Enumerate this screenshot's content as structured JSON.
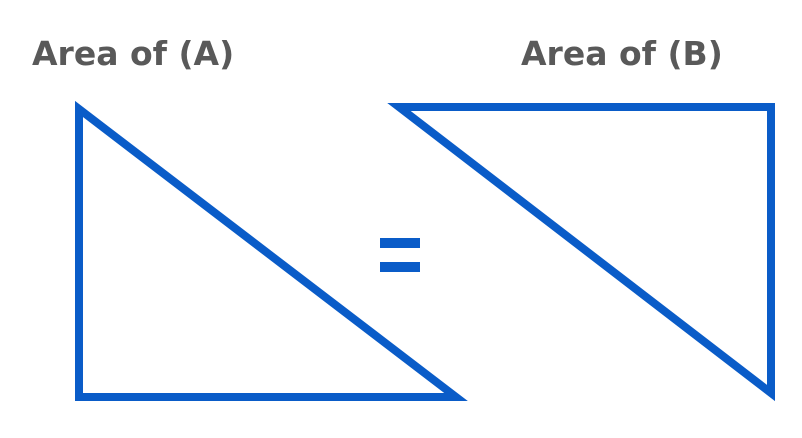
{
  "labels": {
    "a": "Area of (A)",
    "b": "Area of (B)"
  },
  "colors": {
    "shape_stroke": "#0a5cc8",
    "label_text": "#595959",
    "background": "#ffffff"
  },
  "shapes": {
    "a": "right-triangle",
    "b": "right-triangle",
    "relation": "equals-sign"
  }
}
